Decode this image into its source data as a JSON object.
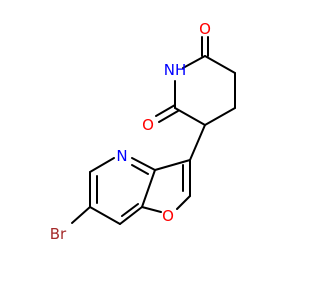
{
  "molecule": {
    "atoms": {
      "nh": {
        "label": "NH",
        "color": "#0000ff"
      },
      "o_top": {
        "label": "O",
        "color": "#ff0000"
      },
      "o_left": {
        "label": "O",
        "color": "#ff0000"
      },
      "n_pyridine": {
        "label": "N",
        "color": "#0000ff"
      },
      "o_furan": {
        "label": "O",
        "color": "#ff0000"
      },
      "br": {
        "label": "Br",
        "color": "#a52a2a"
      }
    },
    "bond_color": "#000000",
    "background": "#ffffff"
  }
}
